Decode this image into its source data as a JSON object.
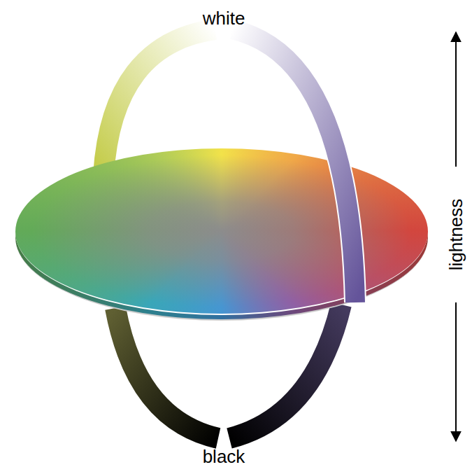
{
  "diagram": {
    "labels": [
      "white",
      "black",
      "lightness"
    ]
  }
}
